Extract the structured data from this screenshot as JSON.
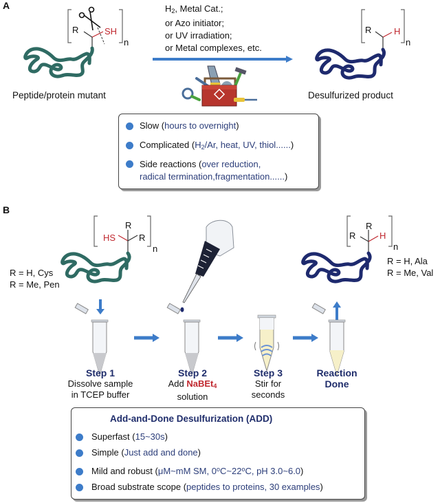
{
  "panel_a": {
    "label": "A",
    "reactant": {
      "caption": "Peptide/protein mutant",
      "r_label": "R",
      "sh_label": "SH",
      "repeat": "n",
      "cut_icon": "scissors-icon"
    },
    "conditions": {
      "line1_pre": "H",
      "line1_sub": "2",
      "line1_post": ", Metal Cat.;",
      "line2": "or Azo initiator;",
      "line3": "or UV irradiation;",
      "line4": "or Metal complexes, etc.",
      "toolbox_icon": "toolbox-icon"
    },
    "product": {
      "caption": "Desulfurized product",
      "r_label": "R",
      "h_label": "H",
      "repeat": "n"
    },
    "drawbacks": [
      {
        "head": "Slow (",
        "detail": "hours to overnight",
        "tail": ")"
      },
      {
        "head": "Complicated (",
        "detail_pre": "H",
        "detail_sub": "2",
        "detail_post": "/Ar, heat, UV, thiol......",
        "tail": ")"
      },
      {
        "head": "Side reactions (",
        "detail": "over reduction,",
        "detail2": "radical termination,fragmentation......",
        "tail": ")"
      }
    ]
  },
  "panel_b": {
    "label": "B",
    "reactant": {
      "r_top": "R",
      "r_right": "R",
      "hs_label": "HS",
      "repeat": "n",
      "legend1": "R = H, Cys",
      "legend2": "R = Me, Pen"
    },
    "product": {
      "r_top": "R",
      "r_left": "R",
      "h_label": "H",
      "repeat": "n",
      "legend1": "R = H, Ala",
      "legend2": "R = Me, Val"
    },
    "steps": [
      {
        "title": "Step 1",
        "line1": "Dissolve sample",
        "line2": "in TCEP buffer"
      },
      {
        "title": "Step 2",
        "line1_pre": "Add ",
        "reagent": "NaBEt",
        "reagent_sub": "4",
        "line2": "solution"
      },
      {
        "title": "Step 3",
        "line1": "Stir for",
        "line2": "seconds"
      },
      {
        "title": "Reaction",
        "title2": "Done"
      }
    ],
    "add_box": {
      "title": "Add-and-Done Desulfurization (ADD)",
      "items": [
        {
          "head": "Superfast (",
          "detail": "15~30s",
          "tail": ")"
        },
        {
          "head": "Simple (",
          "detail": "Just add and done",
          "tail": ")"
        },
        {
          "head": "Mild and robust (",
          "detail_a": "μM~mM SM, 0",
          "sup1": "o",
          "detail_b": "C~22",
          "sup2": "o",
          "detail_c": "C, pH 3.0~6.0",
          "tail": ")"
        },
        {
          "head": "Broad substrate scope (",
          "detail": "peptides to proteins, 30 examples",
          "tail": ")"
        }
      ]
    }
  },
  "colors": {
    "teal_peptide": "#2f6b63",
    "navy_product": "#1e2a6e",
    "arrow_blue": "#3d7cc9",
    "thiol_red": "#c0282f"
  }
}
